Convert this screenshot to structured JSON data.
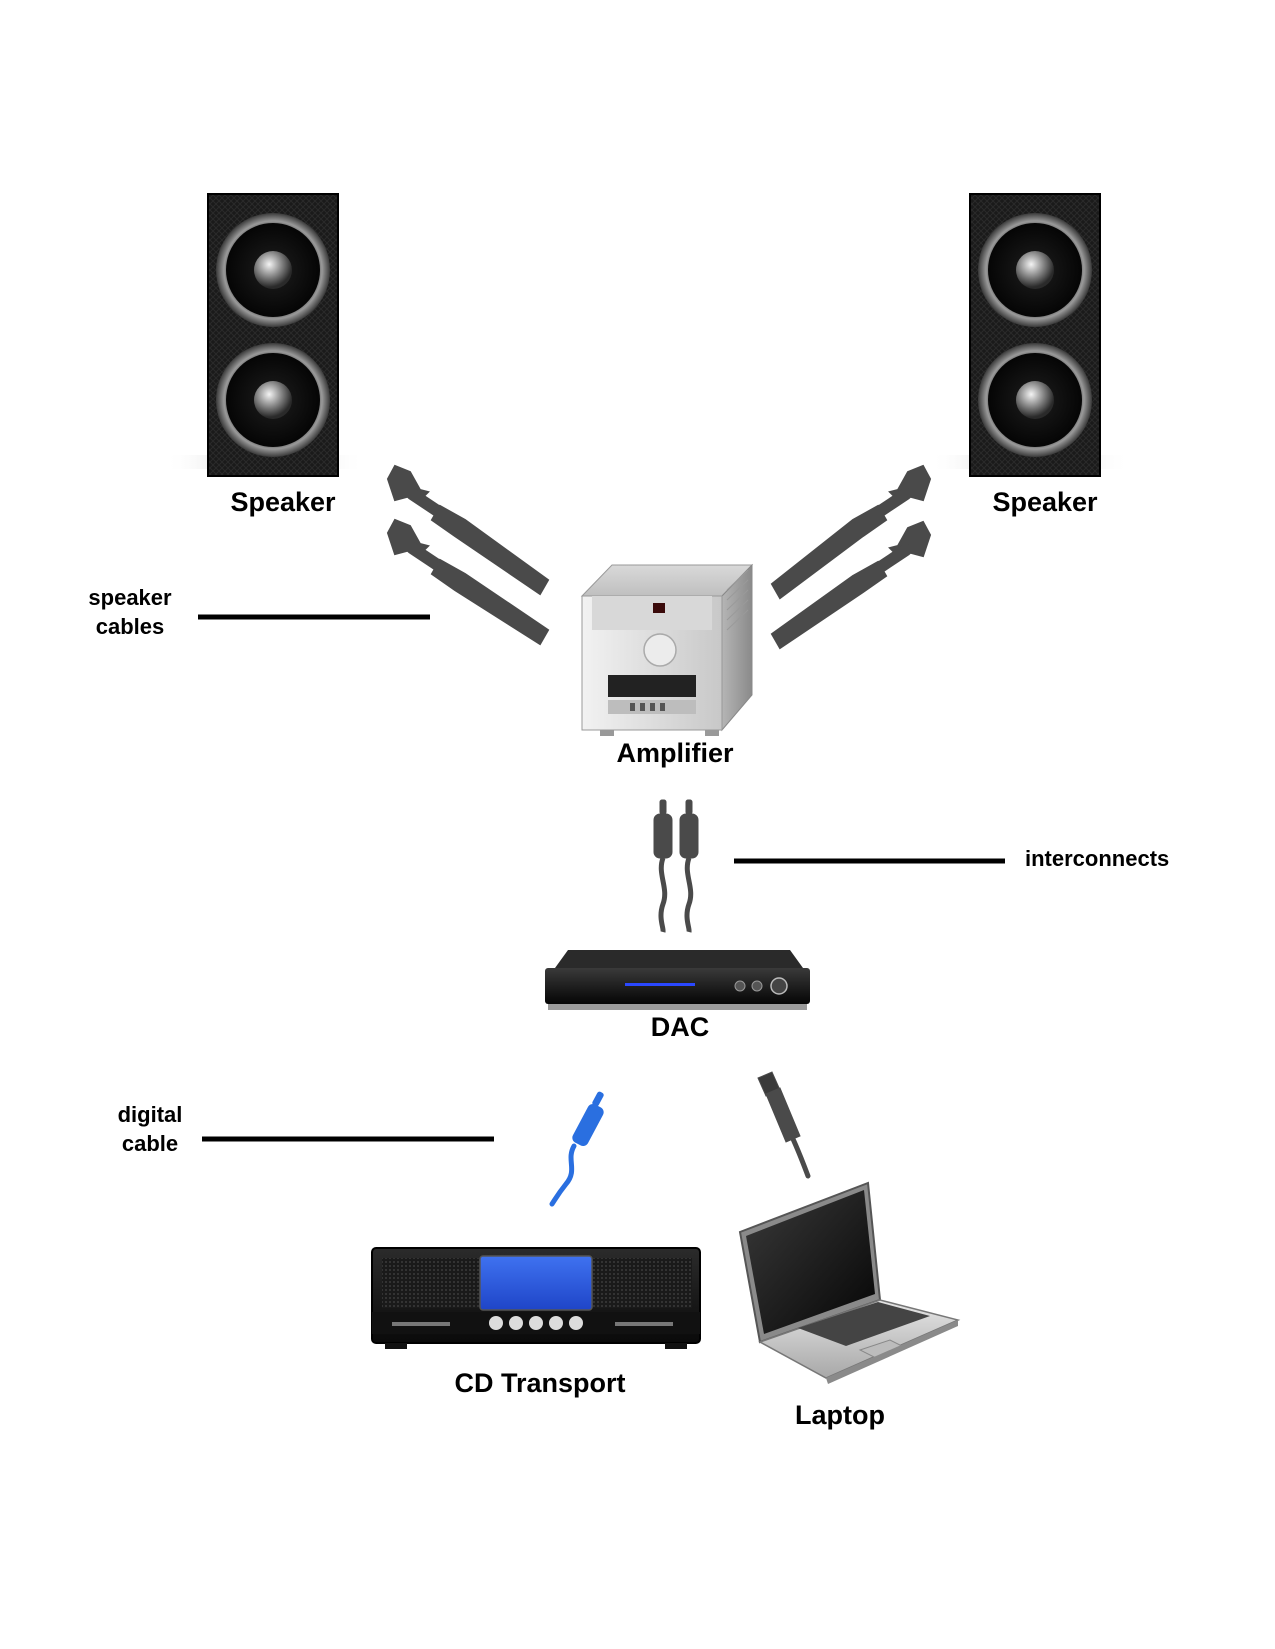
{
  "labels": {
    "speaker_left": "Speaker",
    "speaker_right": "Speaker",
    "amplifier": "Amplifier",
    "dac": "DAC",
    "cd_transport": "CD Transport",
    "laptop": "Laptop"
  },
  "callouts": {
    "speaker_cables": [
      "speaker",
      "cables"
    ],
    "interconnects": "interconnects",
    "digital_cable": [
      "digital",
      "cable"
    ]
  },
  "colors": {
    "cable_gray": "#4a4a4a",
    "digital_cable_blue": "#2a6fe0",
    "callout_line": "#000000",
    "display_blue": "#2f5fe8"
  }
}
